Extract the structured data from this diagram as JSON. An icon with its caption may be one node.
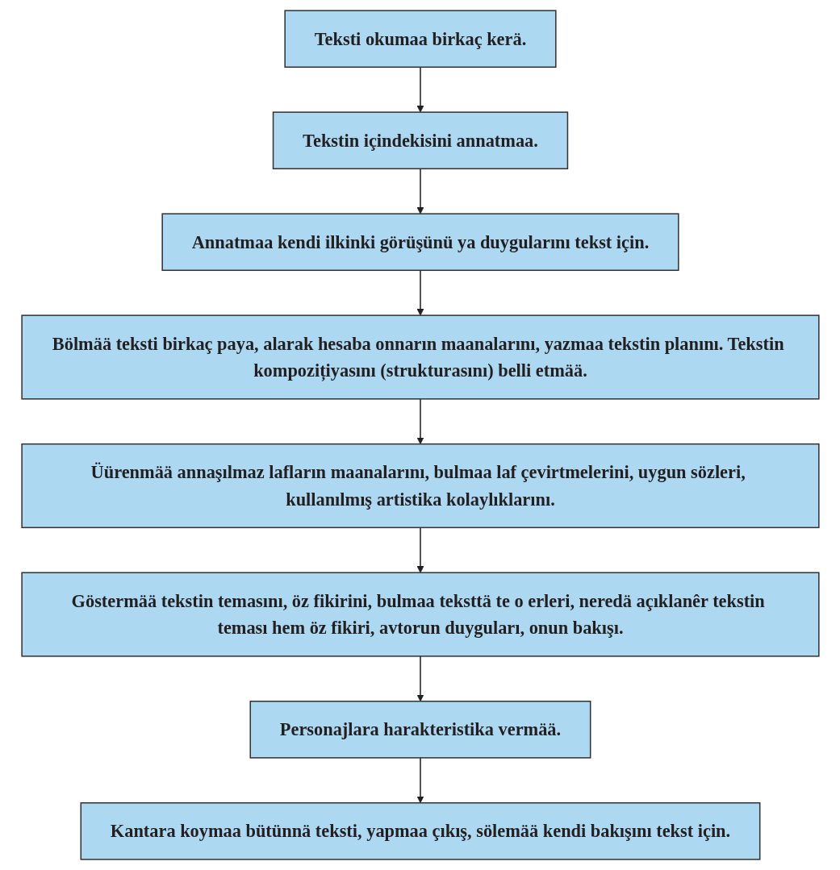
{
  "diagram": {
    "nodes": [
      {
        "text": [
          "Teksti okumaa birkaç kerä."
        ]
      },
      {
        "text": [
          "Tekstin içindekisini annatmaa."
        ]
      },
      {
        "text": [
          "Annatmaa kendi ilkinki görüşünü ya duygularını tekst için."
        ]
      },
      {
        "text": [
          "Bölmää teksti birkaç paya, alarak hesaba onnarın maanalarını, yazmaa tekstin planını. Tekstin kompozițiyasını (strukturasını) belli etmää."
        ]
      },
      {
        "text": [
          "Üürenmää annaşılmaz lafların maanalarını, bulmaa laf çevirtmelerini, uygun sözleri, kullanılmış artistika kolaylıklarını."
        ]
      },
      {
        "text": [
          "Göstermää tekstin temasını, öz fikirini, bulmaa teksttä te o erleri, neredä açıklanêr tekstin teması hem öz fikiri, avtorun duyguları, onun bakışı."
        ]
      },
      {
        "text": [
          "Personajlara harakteristika vermää."
        ]
      },
      {
        "text": [
          "Kantara koymaa bütünnä teksti, yapmaa çıkış, sölemää kendi bakışını tekst için."
        ]
      }
    ],
    "edges": [
      {
        "from": 0,
        "to": 1,
        "arrow": "to"
      },
      {
        "from": 1,
        "to": 2,
        "arrow": "to"
      },
      {
        "from": 2,
        "to": 3,
        "arrow": "to"
      },
      {
        "from": 3,
        "to": 4,
        "arrow": "to"
      },
      {
        "from": 4,
        "to": 5,
        "arrow": "to"
      },
      {
        "from": 5,
        "to": 6,
        "arrow": "to"
      },
      {
        "from": 6,
        "to": 7,
        "arrow": "to"
      }
    ]
  }
}
